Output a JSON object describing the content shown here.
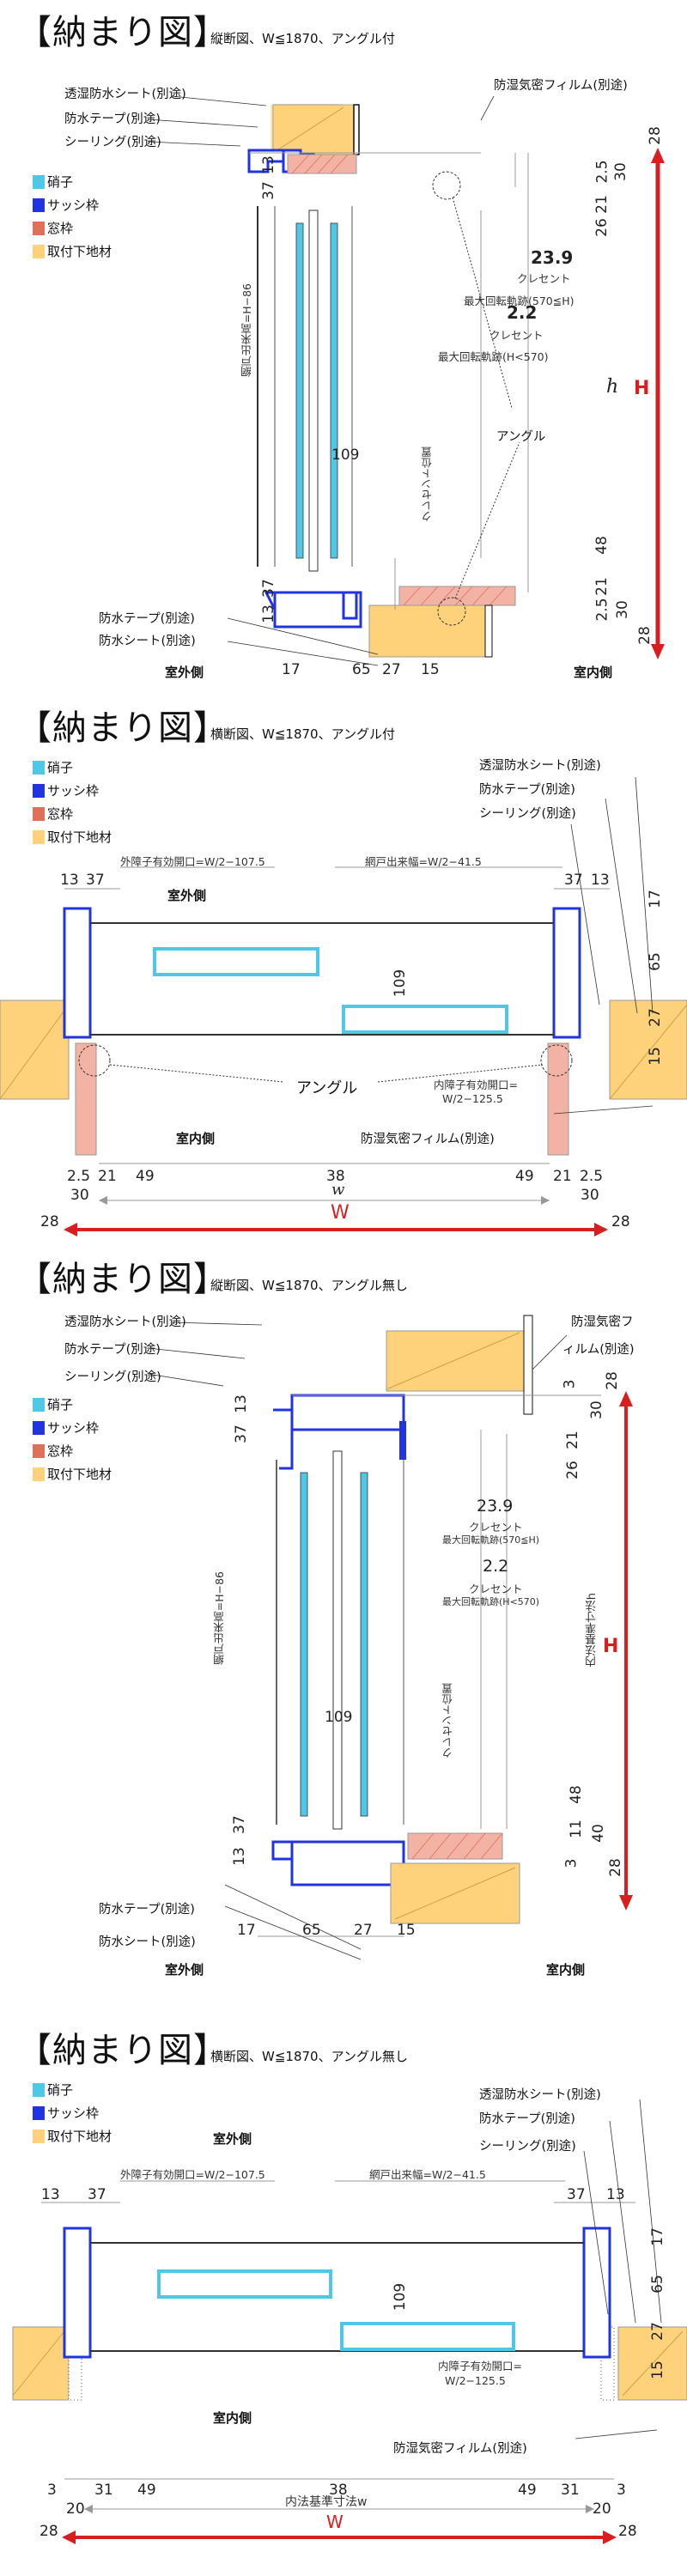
{
  "legend_colors": {
    "glass": "#4fc8e6",
    "sash_frame": "#2233e0",
    "window_frame": "#e0705a",
    "mounting_base": "#fdd27a"
  },
  "sections": [
    {
      "title": "【納まり図】",
      "subtitle": "縦断図、W≦1870、アングル付",
      "legend": [
        "硝子",
        "サッシ枠",
        "窓枠",
        "取付下地材"
      ],
      "callouts": {
        "breathable_sheet": "透湿防水シート(別途)",
        "waterproof_tape": "防水テープ(別途)",
        "sealing": "シーリング(別途)",
        "vapor_film": "防湿気密フィルム(別途)",
        "tape_bottom": "防水テープ(別途)",
        "sheet_bottom": "防水シート(別途)",
        "angle": "アングル"
      },
      "side_outdoor": "室外側",
      "side_indoor": "室内側",
      "dims": {
        "top_13": "13",
        "top_37": "37",
        "r_28": "28",
        "r_25": "2.5",
        "r_30": "30",
        "r_21": "21",
        "r_26": "26",
        "crescent_1_val": "23.9",
        "crescent_1_l1": "クレセント",
        "crescent_1_l2": "最大回転軌跡(570≦H)",
        "crescent_2_val": "2.2",
        "crescent_2_l1": "クレセント",
        "crescent_2_l2": "最大回転軌跡(H<570)",
        "screen_height": "網戸出来高=H−86",
        "crescent_pos": "クレセント位置",
        "center_109": "109",
        "b_48": "48",
        "b_21": "21",
        "b_25": "2.5",
        "b_30": "30",
        "b_28": "28",
        "b_37": "37",
        "b_13": "13",
        "bottom_17": "17",
        "bottom_65": "65",
        "bottom_27": "27",
        "bottom_15": "15",
        "h": "h",
        "H": "H"
      }
    },
    {
      "title": "【納まり図】",
      "subtitle": "横断図、W≦1870、アングル付",
      "legend": [
        "硝子",
        "サッシ枠",
        "窓枠",
        "取付下地材"
      ],
      "callouts": {
        "breathable_sheet": "透湿防水シート(別途)",
        "waterproof_tape": "防水テープ(別途)",
        "sealing": "シーリング(別途)",
        "vapor_film": "防湿気密フィルム(別途)",
        "angle": "アングル"
      },
      "side_outdoor": "室外側",
      "side_indoor": "室内側",
      "dims": {
        "outer_opening": "外障子有効開口=W/2−107.5",
        "screen_width": "網戸出来幅=W/2−41.5",
        "tl_13": "13",
        "tl_37": "37",
        "tr_37": "37",
        "tr_13": "13",
        "r_17": "17",
        "r_65": "65",
        "r_27": "27",
        "r_15": "15",
        "center_109": "109",
        "inner_opening_1": "内障子有効開口=",
        "inner_opening_2": "W/2−125.5",
        "bl_25": "2.5",
        "bl_21": "21",
        "bl_49": "49",
        "c_38": "38",
        "br_49": "49",
        "br_21": "21",
        "br_25": "2.5",
        "l_30": "30",
        "r_30": "30",
        "l_28": "28",
        "r_28": "28",
        "w": "w",
        "W": "W"
      }
    },
    {
      "title": "【納まり図】",
      "subtitle": "縦断図、W≦1870、アングル無し",
      "legend": [
        "硝子",
        "サッシ枠",
        "窓枠",
        "取付下地材"
      ],
      "callouts": {
        "breathable_sheet": "透湿防水シート(別途)",
        "waterproof_tape": "防水テープ(別途)",
        "sealing": "シーリング(別途)",
        "vapor_film_1": "防湿気密フ",
        "vapor_film_2": "ィルム(別途)",
        "tape_bottom": "防水テープ(別途)",
        "sheet_bottom": "防水シート(別途)"
      },
      "side_outdoor": "室外側",
      "side_indoor": "室内側",
      "dims": {
        "top_13": "13",
        "top_37": "37",
        "r_3": "3",
        "r_28": "28",
        "r_30": "30",
        "r_21": "21",
        "r_26": "26",
        "crescent_1_val": "23.9",
        "crescent_1_l1": "クレセント",
        "crescent_1_l2": "最大回転軌跡(570≦H)",
        "crescent_2_val": "2.2",
        "crescent_2_l1": "クレセント",
        "crescent_2_l2": "最大回転軌跡(H<570)",
        "screen_height": "網戸出来高=H−86",
        "crescent_pos": "クレセント位置",
        "inner_ref_h": "内法基準寸法h",
        "center_109": "109",
        "b_48": "48",
        "b_11": "11",
        "b_40": "40",
        "b_3": "3",
        "b_28": "28",
        "b_37": "37",
        "b_13": "13",
        "bottom_17": "17",
        "bottom_65": "65",
        "bottom_27": "27",
        "bottom_15": "15",
        "H": "H"
      }
    },
    {
      "title": "【納まり図】",
      "subtitle": "横断図、W≦1870、アングル無し",
      "legend": [
        "硝子",
        "サッシ枠",
        "取付下地材"
      ],
      "callouts": {
        "breathable_sheet": "透湿防水シート(別途)",
        "waterproof_tape": "防水テープ(別途)",
        "sealing": "シーリング(別途)",
        "vapor_film": "防湿気密フィルム(別途)"
      },
      "side_outdoor": "室外側",
      "side_indoor": "室内側",
      "dims": {
        "outer_opening": "外障子有効開口=W/2−107.5",
        "screen_width": "網戸出来幅=W/2−41.5",
        "tl_13": "13",
        "tl_37": "37",
        "tr_37": "37",
        "tr_13": "13",
        "r_17": "17",
        "r_65": "65",
        "r_27": "27",
        "r_15": "15",
        "center_109": "109",
        "inner_opening_1": "内障子有効開口=",
        "inner_opening_2": "W/2−125.5",
        "bl_3": "3",
        "bl_31": "31",
        "bl_49": "49",
        "c_38": "38",
        "br_49": "49",
        "br_31": "31",
        "br_3": "3",
        "l_20": "20",
        "r_20": "20",
        "l_28": "28",
        "r_28": "28",
        "inner_ref_w": "内法基準寸法w",
        "W": "W"
      }
    }
  ]
}
